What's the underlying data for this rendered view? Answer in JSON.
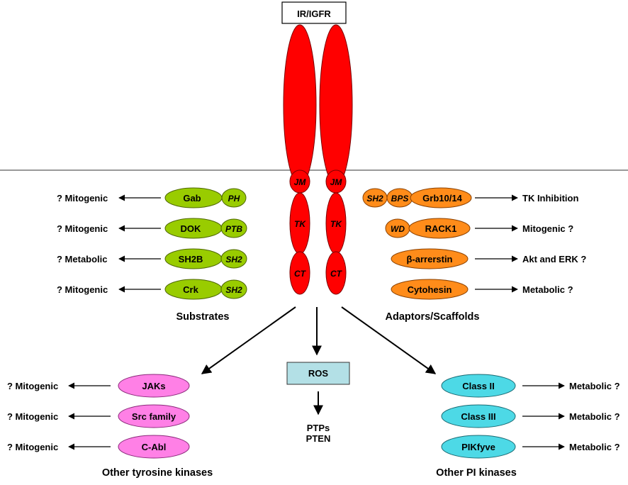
{
  "receptor": {
    "title": "IR/IGFR",
    "domains": {
      "jm": "JM",
      "tk": "TK",
      "ct": "CT"
    },
    "colors": {
      "fill": "#ff0000",
      "stroke": "#7a0000"
    }
  },
  "substrates": {
    "label": "Substrates",
    "color": "#99cc00",
    "items": [
      {
        "name": "Gab",
        "domain": "PH",
        "effect": "? Mitogenic"
      },
      {
        "name": "DOK",
        "domain": "PTB",
        "effect": "? Mitogenic"
      },
      {
        "name": "SH2B",
        "domain": "SH2",
        "effect": "? Metabolic"
      },
      {
        "name": "Crk",
        "domain": "SH2",
        "effect": "? Mitogenic"
      }
    ]
  },
  "adaptors": {
    "label": "Adaptors/Scaffolds",
    "color": "#ff8c1a",
    "items": [
      {
        "name": "Grb10/14",
        "domains": [
          "SH2",
          "BPS"
        ],
        "effect": "TK Inhibition"
      },
      {
        "name": "RACK1",
        "domains": [
          "WD"
        ],
        "effect": "Mitogenic ?"
      },
      {
        "name": "β-arrerstin",
        "domains": [],
        "effect": "Akt and ERK ?"
      },
      {
        "name": "Cytohesin",
        "domains": [],
        "effect": "Metabolic ?"
      }
    ]
  },
  "tyrosine_kinases": {
    "label": "Other tyrosine kinases",
    "color": "#ff80e6",
    "items": [
      {
        "name": "JAKs",
        "effect": "? Mitogenic"
      },
      {
        "name": "Src family",
        "effect": "? Mitogenic"
      },
      {
        "name": "C-Abl",
        "effect": "? Mitogenic"
      }
    ]
  },
  "ros": {
    "label": "ROS",
    "color": "#b3e0e6",
    "targets": [
      "PTPs",
      "PTEN"
    ]
  },
  "pi_kinases": {
    "label": "Other PI kinases",
    "color": "#4dd9e6",
    "items": [
      {
        "name": "Class II",
        "effect": "Metabolic ?"
      },
      {
        "name": "Class III",
        "effect": "Metabolic ?"
      },
      {
        "name": "PIKfyve",
        "effect": "Metabolic ?"
      }
    ]
  }
}
